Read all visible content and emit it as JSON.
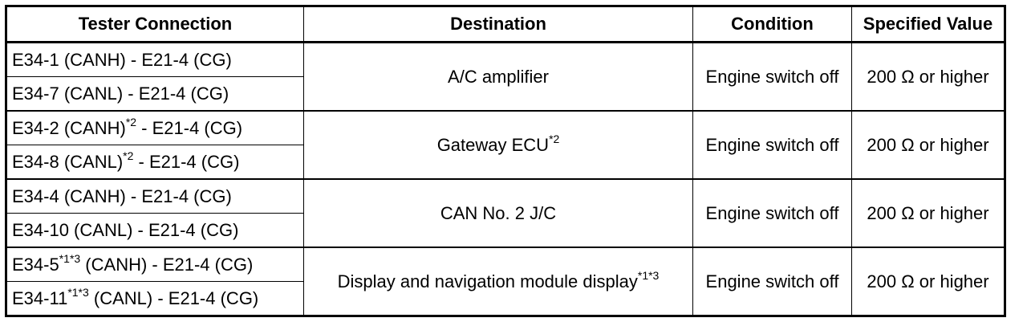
{
  "table": {
    "headers": [
      "Tester Connection",
      "Destination",
      "Condition",
      "Specified Value"
    ],
    "groups": [
      {
        "rows": [
          {
            "pre": "E34-1 (CANH) - E21-4 (CG)",
            "sup1": "",
            "mid": "",
            "sup2": "",
            "post": ""
          },
          {
            "pre": "E34-7 (CANL) - E21-4 (CG)",
            "sup1": "",
            "mid": "",
            "sup2": "",
            "post": ""
          }
        ],
        "destination": "A/C amplifier",
        "destination_sup": "",
        "condition": "Engine switch off",
        "value": "200 Ω or higher"
      },
      {
        "rows": [
          {
            "pre": "E34-2 (CANH)",
            "sup1": "*2",
            "mid": " - E21-4 (CG)",
            "sup2": "",
            "post": ""
          },
          {
            "pre": "E34-8 (CANL)",
            "sup1": "*2",
            "mid": " - E21-4 (CG)",
            "sup2": "",
            "post": ""
          }
        ],
        "destination": "Gateway ECU",
        "destination_sup": "*2",
        "condition": "Engine switch off",
        "value": "200 Ω or higher"
      },
      {
        "rows": [
          {
            "pre": "E34-4 (CANH) - E21-4 (CG)",
            "sup1": "",
            "mid": "",
            "sup2": "",
            "post": ""
          },
          {
            "pre": "E34-10 (CANL) - E21-4 (CG)",
            "sup1": "",
            "mid": "",
            "sup2": "",
            "post": ""
          }
        ],
        "destination": "CAN No. 2 J/C",
        "destination_sup": "",
        "condition": "Engine switch off",
        "value": "200 Ω or higher"
      },
      {
        "rows": [
          {
            "pre": "E34-5",
            "sup1": "*1*3",
            "mid": " (CANH) - E21-4 (CG)",
            "sup2": "",
            "post": ""
          },
          {
            "pre": "E34-11",
            "sup1": "*1*3",
            "mid": " (CANL) - E21-4 (CG)",
            "sup2": "",
            "post": ""
          }
        ],
        "destination": "Display and navigation module display",
        "destination_sup": "*1*3",
        "condition": "Engine switch off",
        "value": "200 Ω or higher"
      }
    ]
  }
}
